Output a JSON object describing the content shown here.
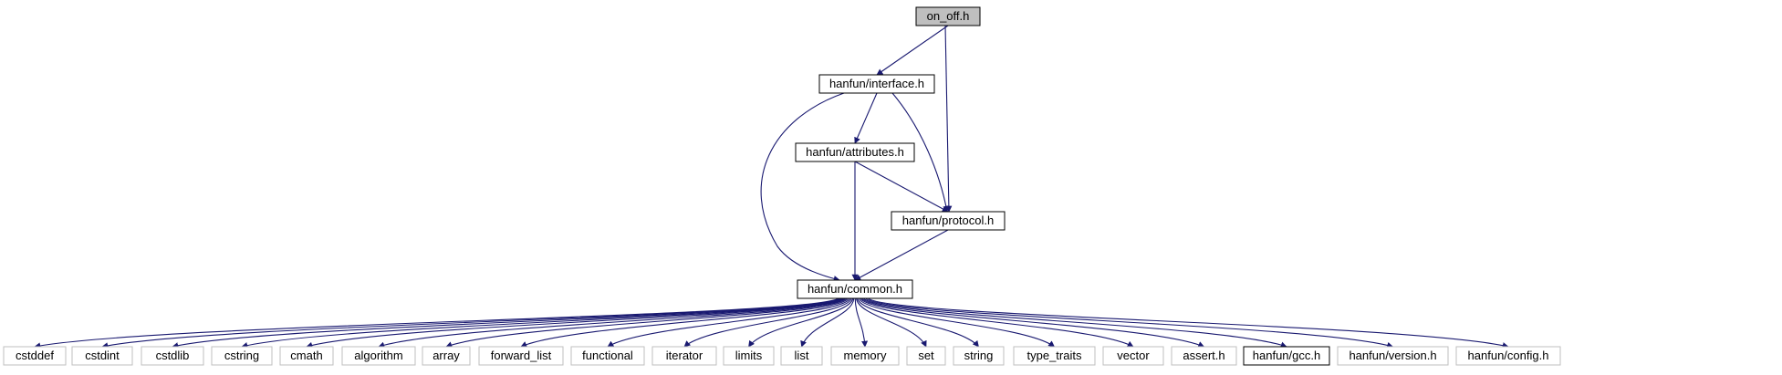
{
  "colors": {
    "edge": "#191970",
    "root_fill": "#bfbfbf",
    "node_border": "#000000",
    "external_border": "#bfbfbf",
    "background": "#ffffff"
  },
  "nodes": {
    "root": {
      "label": "on_off.h",
      "kind": "root"
    },
    "interface": {
      "label": "hanfun/interface.h",
      "kind": "documented"
    },
    "attributes": {
      "label": "hanfun/attributes.h",
      "kind": "documented"
    },
    "protocol": {
      "label": "hanfun/protocol.h",
      "kind": "documented"
    },
    "common": {
      "label": "hanfun/common.h",
      "kind": "documented"
    },
    "cstddef": {
      "label": "cstddef",
      "kind": "external"
    },
    "cstdint": {
      "label": "cstdint",
      "kind": "external"
    },
    "cstdlib": {
      "label": "cstdlib",
      "kind": "external"
    },
    "cstring": {
      "label": "cstring",
      "kind": "external"
    },
    "cmath": {
      "label": "cmath",
      "kind": "external"
    },
    "algorithm": {
      "label": "algorithm",
      "kind": "external"
    },
    "array": {
      "label": "array",
      "kind": "external"
    },
    "forward_list": {
      "label": "forward_list",
      "kind": "external"
    },
    "functional": {
      "label": "functional",
      "kind": "external"
    },
    "iterator": {
      "label": "iterator",
      "kind": "external"
    },
    "limits": {
      "label": "limits",
      "kind": "external"
    },
    "list": {
      "label": "list",
      "kind": "external"
    },
    "memory": {
      "label": "memory",
      "kind": "external"
    },
    "set": {
      "label": "set",
      "kind": "external"
    },
    "string": {
      "label": "string",
      "kind": "external"
    },
    "type_traits": {
      "label": "type_traits",
      "kind": "external"
    },
    "vector": {
      "label": "vector",
      "kind": "external"
    },
    "assert": {
      "label": "assert.h",
      "kind": "external"
    },
    "gcc": {
      "label": "hanfun/gcc.h",
      "kind": "documented"
    },
    "version": {
      "label": "hanfun/version.h",
      "kind": "external"
    },
    "config": {
      "label": "hanfun/config.h",
      "kind": "external"
    }
  },
  "edges": [
    [
      "root",
      "interface"
    ],
    [
      "root",
      "protocol"
    ],
    [
      "interface",
      "attributes"
    ],
    [
      "interface",
      "protocol"
    ],
    [
      "interface",
      "common"
    ],
    [
      "attributes",
      "protocol"
    ],
    [
      "attributes",
      "common"
    ],
    [
      "protocol",
      "common"
    ],
    [
      "common",
      "cstddef"
    ],
    [
      "common",
      "cstdint"
    ],
    [
      "common",
      "cstdlib"
    ],
    [
      "common",
      "cstring"
    ],
    [
      "common",
      "cmath"
    ],
    [
      "common",
      "algorithm"
    ],
    [
      "common",
      "array"
    ],
    [
      "common",
      "forward_list"
    ],
    [
      "common",
      "functional"
    ],
    [
      "common",
      "iterator"
    ],
    [
      "common",
      "limits"
    ],
    [
      "common",
      "list"
    ],
    [
      "common",
      "memory"
    ],
    [
      "common",
      "set"
    ],
    [
      "common",
      "string"
    ],
    [
      "common",
      "type_traits"
    ],
    [
      "common",
      "vector"
    ],
    [
      "common",
      "assert"
    ],
    [
      "common",
      "gcc"
    ],
    [
      "common",
      "version"
    ],
    [
      "common",
      "config"
    ]
  ]
}
